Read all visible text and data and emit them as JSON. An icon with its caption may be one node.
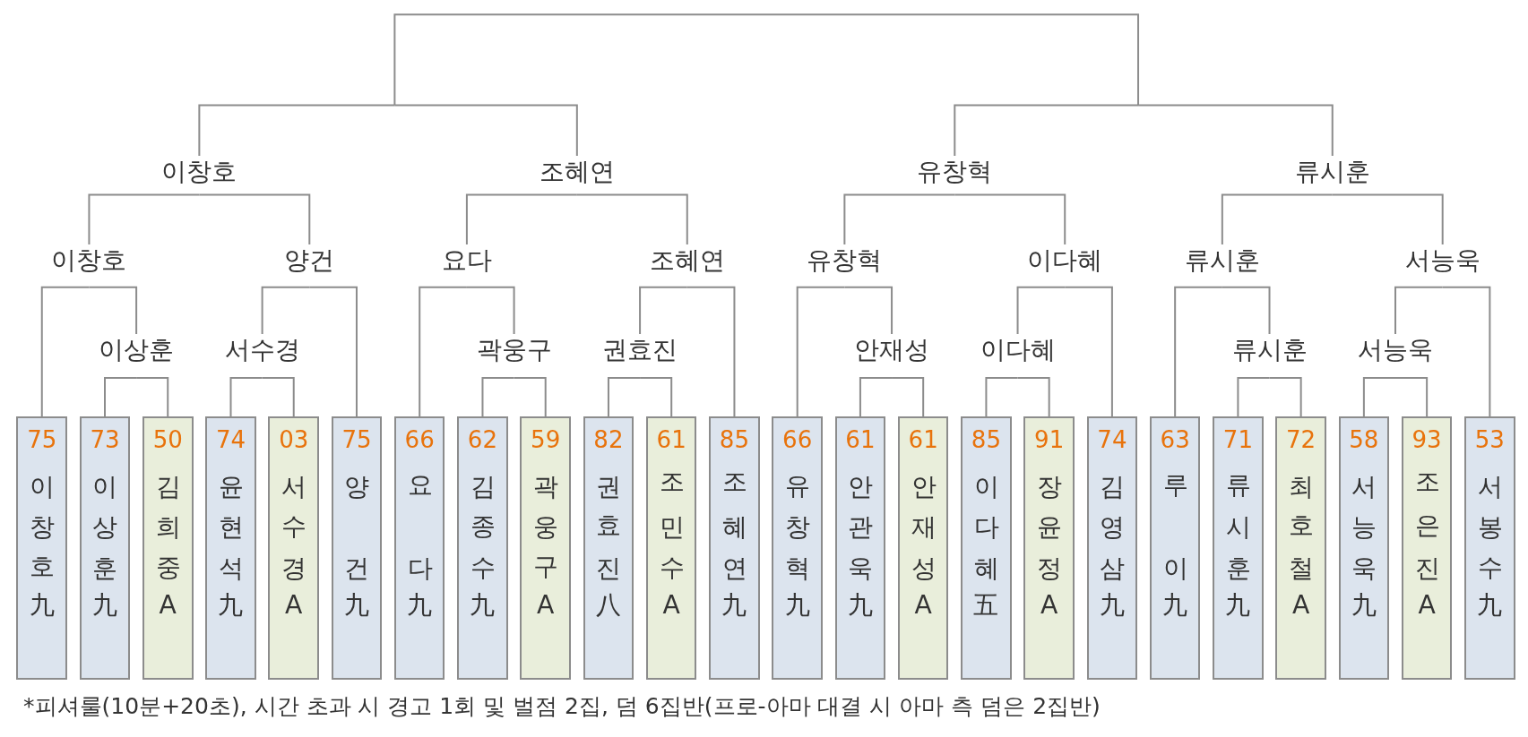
{
  "diagram": {
    "caption": "*피셔룰(10분+20초), 시간 초과 시 경고 1회 및 벌점 2집, 덤 6집반(프로-아마 대결 시 아마 측 덤은 2집반)",
    "nodes": [
      {
        "text": [
          "이창호"
        ]
      },
      {
        "text": [
          "조혜연"
        ]
      },
      {
        "text": [
          "유창혁"
        ]
      },
      {
        "text": [
          "류시훈"
        ]
      },
      {
        "text": [
          "이창호"
        ]
      },
      {
        "text": [
          "양건"
        ]
      },
      {
        "text": [
          "요다"
        ]
      },
      {
        "text": [
          "조혜연"
        ]
      },
      {
        "text": [
          "유창혁"
        ]
      },
      {
        "text": [
          "이다혜"
        ]
      },
      {
        "text": [
          "류시훈"
        ]
      },
      {
        "text": [
          "서능욱"
        ]
      },
      {
        "text": [
          "이상훈"
        ]
      },
      {
        "text": [
          "서수경"
        ]
      },
      {
        "text": [
          "곽웅구"
        ]
      },
      {
        "text": [
          "권효진"
        ]
      },
      {
        "text": [
          "안재성"
        ]
      },
      {
        "text": [
          "이다혜"
        ]
      },
      {
        "text": [
          "류시훈"
        ]
      },
      {
        "text": [
          "서능욱"
        ]
      },
      {
        "text": [
          "75",
          "이창호",
          "九"
        ]
      },
      {
        "text": [
          "73",
          "이상훈",
          "九"
        ]
      },
      {
        "text": [
          "50",
          "김희중",
          "A"
        ]
      },
      {
        "text": [
          "74",
          "윤현석",
          "九"
        ]
      },
      {
        "text": [
          "03",
          "서수경",
          "A"
        ]
      },
      {
        "text": [
          "75",
          "양건",
          "九"
        ]
      },
      {
        "text": [
          "66",
          "요다",
          "九"
        ]
      },
      {
        "text": [
          "62",
          "김종수",
          "九"
        ]
      },
      {
        "text": [
          "59",
          "곽웅구",
          "A"
        ]
      },
      {
        "text": [
          "82",
          "권효진",
          "八"
        ]
      },
      {
        "text": [
          "61",
          "조민수",
          "A"
        ]
      },
      {
        "text": [
          "85",
          "조혜연",
          "九"
        ]
      },
      {
        "text": [
          "66",
          "유창혁",
          "九"
        ]
      },
      {
        "text": [
          "61",
          "안관욱",
          "九"
        ]
      },
      {
        "text": [
          "61",
          "안재성",
          "A"
        ]
      },
      {
        "text": [
          "85",
          "이다혜",
          "五"
        ]
      },
      {
        "text": [
          "91",
          "장윤정",
          "A"
        ]
      },
      {
        "text": [
          "74",
          "김영삼",
          "九"
        ]
      },
      {
        "text": [
          "63",
          "루이",
          "九"
        ]
      },
      {
        "text": [
          "71",
          "류시훈",
          "九"
        ]
      },
      {
        "text": [
          "72",
          "최호철",
          "A"
        ]
      },
      {
        "text": [
          "58",
          "서능욱",
          "九"
        ]
      },
      {
        "text": [
          "93",
          "조은진",
          "A"
        ]
      },
      {
        "text": [
          "53",
          "서봉수",
          "九"
        ]
      }
    ],
    "edges": [
      {
        "from": null,
        "to": 0,
        "arrow": "none"
      },
      {
        "from": null,
        "to": 1,
        "arrow": "none"
      },
      {
        "from": null,
        "to": 2,
        "arrow": "none"
      },
      {
        "from": null,
        "to": 3,
        "arrow": "none"
      },
      {
        "from": 0,
        "to": 4,
        "arrow": "none"
      },
      {
        "from": 0,
        "to": 5,
        "arrow": "none"
      },
      {
        "from": 4,
        "to": 20,
        "arrow": "none"
      },
      {
        "from": 4,
        "to": 12,
        "arrow": "none"
      },
      {
        "from": 5,
        "to": 13,
        "arrow": "none"
      },
      {
        "from": 5,
        "to": 25,
        "arrow": "none"
      },
      {
        "from": 12,
        "to": 21,
        "arrow": "none"
      },
      {
        "from": 12,
        "to": 22,
        "arrow": "none"
      },
      {
        "from": 13,
        "to": 23,
        "arrow": "none"
      },
      {
        "from": 13,
        "to": 24,
        "arrow": "none"
      },
      {
        "from": 1,
        "to": 6,
        "arrow": "none"
      },
      {
        "from": 1,
        "to": 7,
        "arrow": "none"
      },
      {
        "from": 6,
        "to": 26,
        "arrow": "none"
      },
      {
        "from": 6,
        "to": 14,
        "arrow": "none"
      },
      {
        "from": 7,
        "to": 15,
        "arrow": "none"
      },
      {
        "from": 7,
        "to": 31,
        "arrow": "none"
      },
      {
        "from": 14,
        "to": 27,
        "arrow": "none"
      },
      {
        "from": 14,
        "to": 28,
        "arrow": "none"
      },
      {
        "from": 15,
        "to": 29,
        "arrow": "none"
      },
      {
        "from": 15,
        "to": 30,
        "arrow": "none"
      },
      {
        "from": 2,
        "to": 8,
        "arrow": "none"
      },
      {
        "from": 2,
        "to": 9,
        "arrow": "none"
      },
      {
        "from": 8,
        "to": 32,
        "arrow": "none"
      },
      {
        "from": 8,
        "to": 16,
        "arrow": "none"
      },
      {
        "from": 9,
        "to": 17,
        "arrow": "none"
      },
      {
        "from": 9,
        "to": 37,
        "arrow": "none"
      },
      {
        "from": 16,
        "to": 33,
        "arrow": "none"
      },
      {
        "from": 16,
        "to": 34,
        "arrow": "none"
      },
      {
        "from": 17,
        "to": 35,
        "arrow": "none"
      },
      {
        "from": 17,
        "to": 36,
        "arrow": "none"
      },
      {
        "from": 3,
        "to": 10,
        "arrow": "none"
      },
      {
        "from": 3,
        "to": 11,
        "arrow": "none"
      },
      {
        "from": 10,
        "to": 38,
        "arrow": "none"
      },
      {
        "from": 10,
        "to": 18,
        "arrow": "none"
      },
      {
        "from": 11,
        "to": 19,
        "arrow": "none"
      },
      {
        "from": 11,
        "to": 43,
        "arrow": "none"
      },
      {
        "from": 18,
        "to": 39,
        "arrow": "none"
      },
      {
        "from": 18,
        "to": 40,
        "arrow": "none"
      },
      {
        "from": 19,
        "to": 41,
        "arrow": "none"
      },
      {
        "from": 19,
        "to": 42,
        "arrow": "none"
      }
    ]
  }
}
